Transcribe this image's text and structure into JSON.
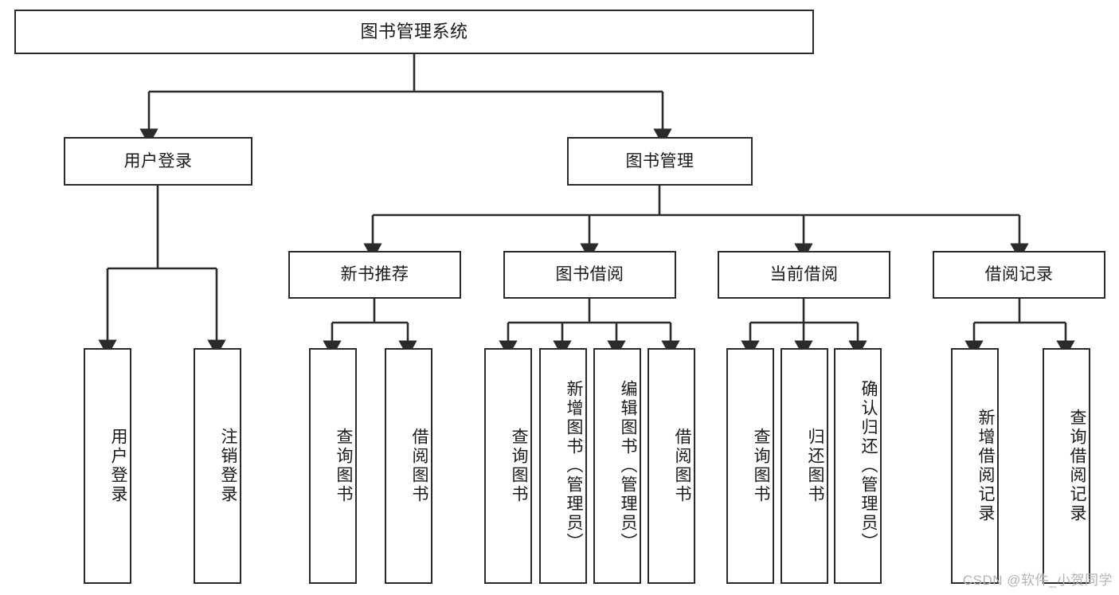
{
  "diagram": {
    "title": "图书管理系统",
    "type": "tree-hierarchy-diagram",
    "colors": {
      "background": "#ffffff",
      "node_border": "#2b2b2b",
      "node_fill": "#ffffff",
      "edge": "#2b2b2b",
      "text": "#1a1a1a",
      "watermark": "#b4b4b4"
    },
    "root": {
      "label": "图书管理系统"
    },
    "level2": [
      {
        "label": "用户登录"
      },
      {
        "label": "图书管理"
      }
    ],
    "level3": [
      {
        "label": "新书推荐"
      },
      {
        "label": "图书借阅"
      },
      {
        "label": "当前借阅"
      },
      {
        "label": "借阅记录"
      }
    ],
    "leaves": {
      "user_login": [
        {
          "label": "用户登录"
        },
        {
          "label": "注销登录"
        }
      ],
      "new_book_recommend": [
        {
          "label": "查询图书"
        },
        {
          "label": "借阅图书"
        }
      ],
      "book_borrow": [
        {
          "label": "查询图书"
        },
        {
          "label": "新增图书（管理员）"
        },
        {
          "label": "编辑图书（管理员）"
        },
        {
          "label": "借阅图书"
        }
      ],
      "current_borrow": [
        {
          "label": "查询图书"
        },
        {
          "label": "归还图书"
        },
        {
          "label": "确认归还（管理员）"
        }
      ],
      "borrow_record": [
        {
          "label": "新增借阅记录"
        },
        {
          "label": "查询借阅记录"
        }
      ]
    },
    "watermark": "CSDN @软件_小贺同学"
  }
}
